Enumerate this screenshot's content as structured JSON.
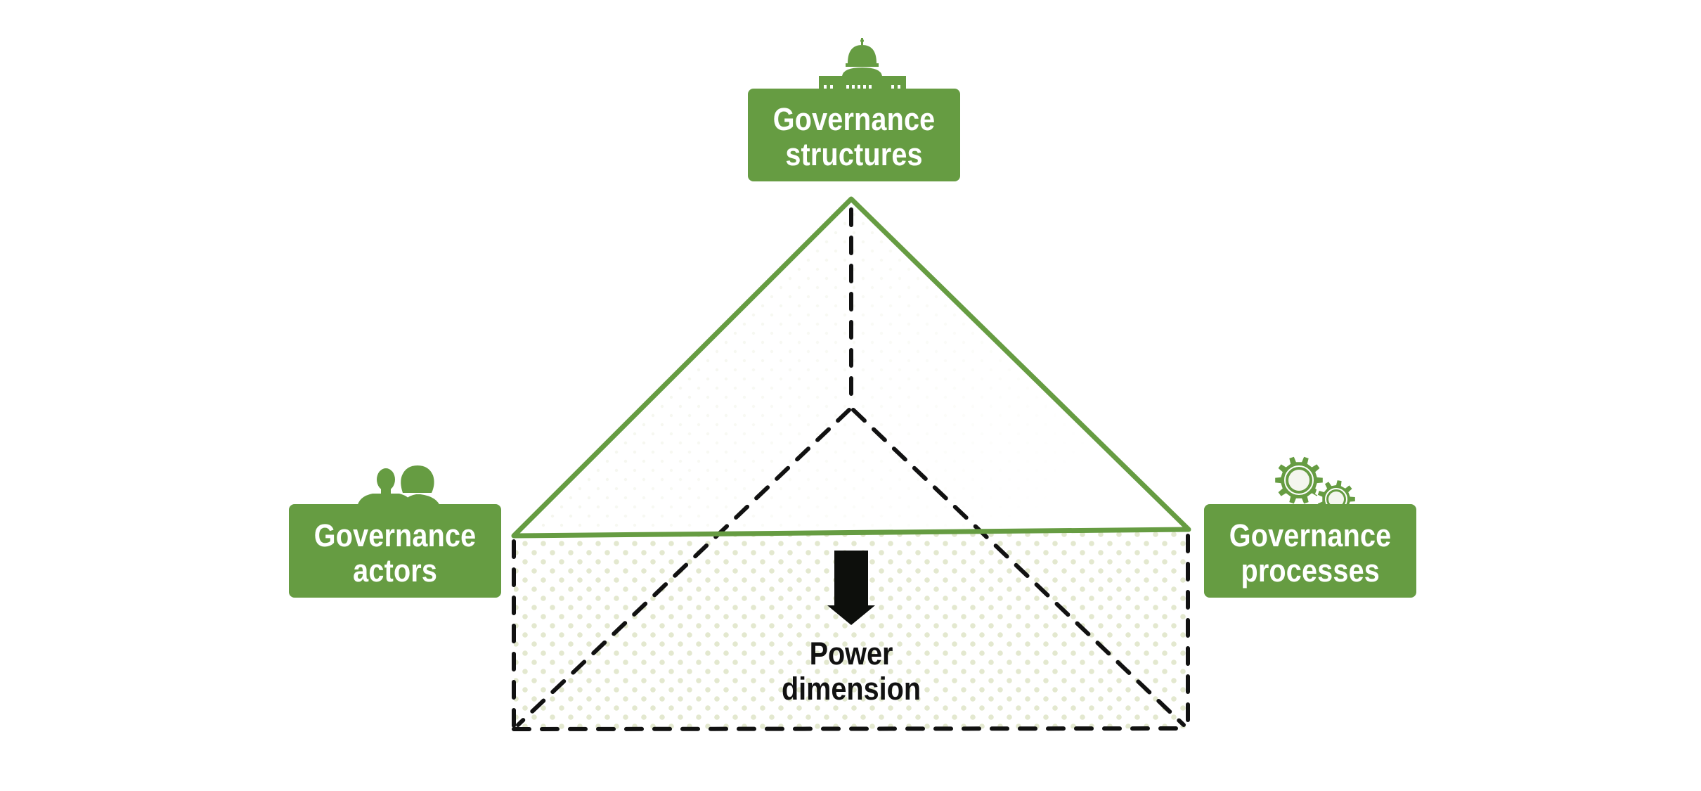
{
  "diagram": {
    "title": "Governance triangle with power dimension",
    "colors": {
      "accent_green": "#669c42",
      "label_text": "#ffffff",
      "dashed_line": "#111111",
      "dot_fill": "#e3e8cf",
      "background": "#ffffff"
    },
    "nodes": {
      "structures": {
        "lines": [
          "Governance",
          "structures"
        ],
        "icon": "capitol-building-icon"
      },
      "actors": {
        "lines": [
          "Governance",
          "actors"
        ],
        "icon": "people-icon"
      },
      "processes": {
        "lines": [
          "Governance",
          "processes"
        ],
        "icon": "gears-icon"
      }
    },
    "center": {
      "lines": [
        "Power",
        "dimension"
      ],
      "icon": "arrow-down-icon"
    },
    "edges": [
      {
        "from": "structures",
        "to": "actors",
        "style": "solid",
        "color": "#669c42"
      },
      {
        "from": "structures",
        "to": "processes",
        "style": "solid",
        "color": "#669c42"
      },
      {
        "from": "actors",
        "to": "processes",
        "style": "solid",
        "color": "#669c42"
      },
      {
        "from": "structures",
        "to": "power-center",
        "style": "dashed",
        "color": "#111111"
      },
      {
        "from": "power-center",
        "to": "actors-base",
        "style": "dashed",
        "color": "#111111"
      },
      {
        "from": "power-center",
        "to": "processes-base",
        "style": "dashed",
        "color": "#111111"
      },
      {
        "from": "actors",
        "to": "actors-base",
        "style": "dashed",
        "color": "#111111"
      },
      {
        "from": "processes",
        "to": "processes-base",
        "style": "dashed",
        "color": "#111111"
      },
      {
        "from": "actors-base",
        "to": "processes-base",
        "style": "dashed",
        "color": "#111111"
      }
    ]
  }
}
